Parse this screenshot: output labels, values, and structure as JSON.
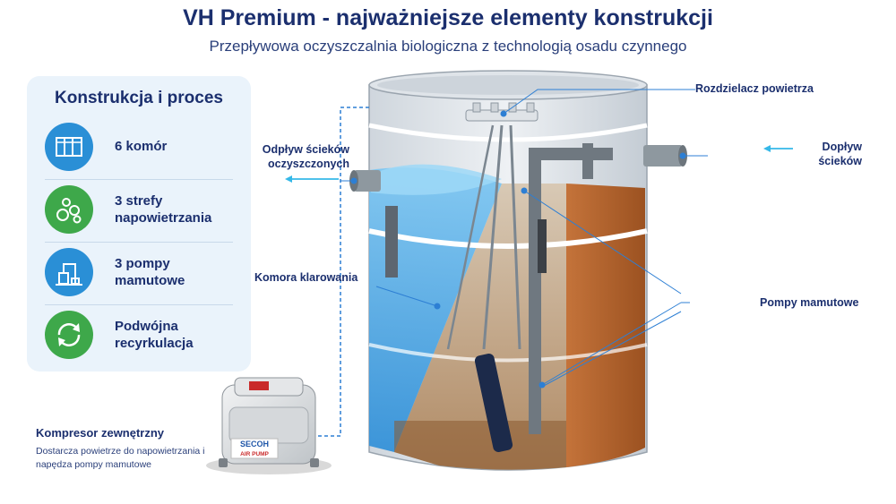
{
  "header": {
    "title": "VH Premium - najważniejsze elementy konstrukcji",
    "subtitle": "Przepływowa oczyszczalnia biologiczna z technologią osadu czynnego"
  },
  "panel": {
    "title": "Konstrukcja i proces",
    "features": [
      {
        "label": "6 komór",
        "icon": "chambers-icon",
        "color": "#2a8fd6"
      },
      {
        "label": "3 strefy napowietrzania",
        "icon": "bubbles-icon",
        "color": "#3ea84a"
      },
      {
        "label": "3 pompy mamutowe",
        "icon": "pump-icon",
        "color": "#2a8fd6"
      },
      {
        "label": "Podwójna recyrkulacja",
        "icon": "recycle-icon",
        "color": "#3ea84a"
      }
    ]
  },
  "callouts": {
    "rozdzielacz": "Rozdzielacz powietrza",
    "doplyw": "Dopływ ścieków",
    "odplyw": "Odpływ ścieków oczyszczonych",
    "komora": "Komora klarowania",
    "pompy": "Pompy mamutowe",
    "kompresor": "Kompresor zewnętrzny",
    "kompresor_desc": "Dostarcza powietrze do napowietrzania i napędza pompy mamutowe"
  },
  "compressor": {
    "brand": "SECOH",
    "badge": "AIR PUMP"
  },
  "colors": {
    "navy": "#1b2f6e",
    "accent_blue": "#2a8fd6",
    "accent_green": "#3ea84a",
    "water": "#5fb3e8",
    "sludge": "#b5652a",
    "leader": "#2d7fd4"
  }
}
